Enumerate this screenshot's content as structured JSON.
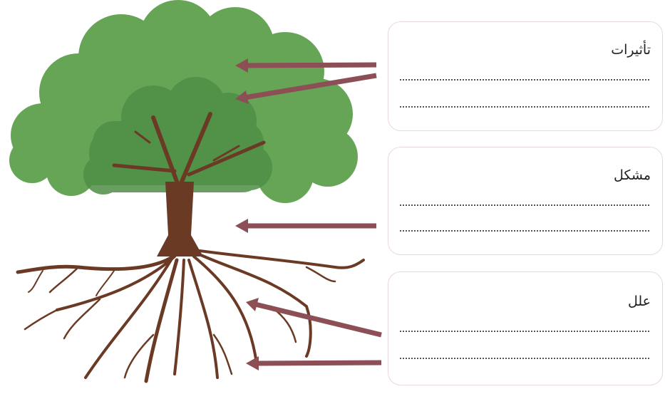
{
  "boxes": [
    {
      "id": "effects",
      "label": "تأثيرات"
    },
    {
      "id": "problem",
      "label": "مشكل"
    },
    {
      "id": "causes",
      "label": "علل"
    }
  ],
  "colors": {
    "crown_outer": "#66a556",
    "crown_inner": "#4f8e46",
    "trunk": "#6b3a25",
    "arrow": "#8b4f55",
    "box_border": "#ead8dc"
  }
}
